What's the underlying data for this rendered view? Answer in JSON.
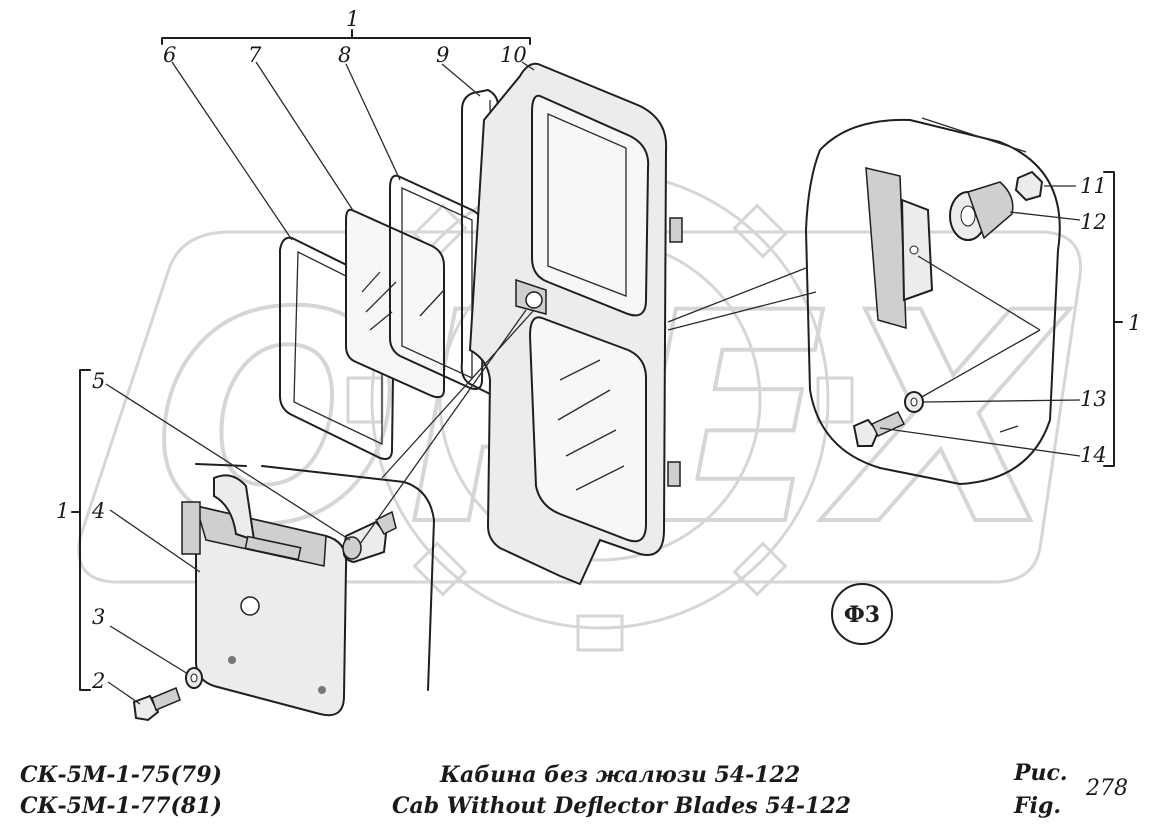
{
  "callouts": {
    "c1_top": "1",
    "c6": "6",
    "c7": "7",
    "c8": "8",
    "c9": "9",
    "c10": "10",
    "c11": "11",
    "c12": "12",
    "c1_right": "1",
    "c13": "13",
    "c14": "14",
    "c5": "5",
    "c1_left": "1",
    "c4": "4",
    "c3": "3",
    "c2": "2"
  },
  "stamp": "Ф3",
  "watermark": "OPEX",
  "footer": {
    "model_line1": "СК-5М-1-75(79)",
    "model_line2": "СК-5М-1-77(81)",
    "title_ru": "Кабина без жалюзи 54-122",
    "title_en": "Cab Without Deflector Blades 54-122",
    "fig_ru": "Рис.",
    "fig_en": "Fig.",
    "fig_number": "278"
  },
  "colors": {
    "ink": "#1f1f1f",
    "watermark": "#d2d2d2",
    "paper": "#ffffff"
  }
}
